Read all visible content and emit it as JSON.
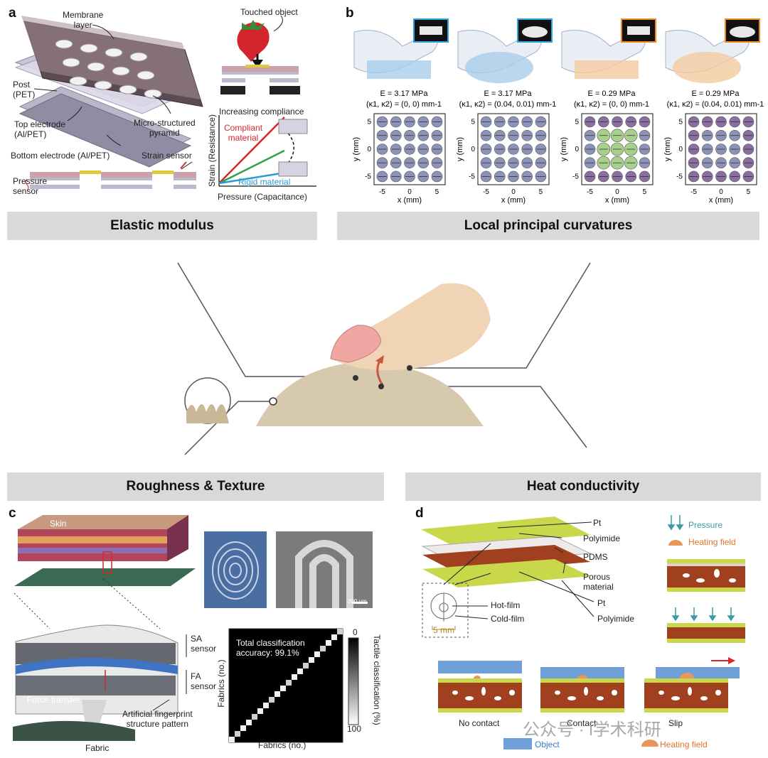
{
  "panel_a": {
    "letter": "a",
    "membrane": [
      "Membrane",
      "layer"
    ],
    "post": [
      "Post",
      "(PET)"
    ],
    "top_electrode": [
      "Top electrode",
      "(Al/PET)"
    ],
    "micro_pyramid": [
      "Micro-structured",
      "pyramid"
    ],
    "bottom_electrode": "Bottom electrode (Al/PET)",
    "strain_sensor": "Strain sensor",
    "pressure_sensor": [
      "Pressure",
      "sensor"
    ],
    "touched_object": "Touched object",
    "increasing_compliance": "Increasing compliance",
    "compliant_material": [
      "Compliant",
      "material"
    ],
    "rigid_material": "Rigid material",
    "y_axis": "Strain (Resistance)",
    "x_axis": "Pressure (Capacitance)"
  },
  "panel_b": {
    "letter": "b",
    "panels": [
      {
        "modulus": "E = 3.17 MPa",
        "curv": "(κ1, κ2) = (0, 0) mm-1",
        "frame": "#2ea3dc"
      },
      {
        "modulus": "E = 3.17 MPa",
        "curv": "(κ1, κ2) = (0.04, 0.01) mm-1",
        "frame": "#2ea3dc"
      },
      {
        "modulus": "E = 0.29 MPa",
        "curv": "(κ1, κ2) = (0, 0) mm-1",
        "frame": "#f08a1c"
      },
      {
        "modulus": "E = 0.29 MPa",
        "curv": "(κ1, κ2) = (0.04, 0.01) mm-1",
        "frame": "#f08a1c"
      }
    ],
    "xlabel": "x (mm)",
    "ylabel": "y (mm)",
    "ticks": [
      "-5",
      "0",
      "5"
    ]
  },
  "banners": {
    "elastic": "Elastic modulus",
    "curvatures": "Local principal curvatures",
    "roughness": "Roughness & Texture",
    "heat": "Heat conductivity"
  },
  "panel_c": {
    "letter": "c",
    "skin": "Skin",
    "sa_sensor": [
      "SA",
      "sensor"
    ],
    "fa_sensor": [
      "FA",
      "sensor"
    ],
    "force_transfer": "Force transfer",
    "fingerprint": [
      "Artificial fingerprint",
      "structure pattern"
    ],
    "fabric": "Fabric",
    "scale_bar": "300 µm",
    "accuracy": [
      "Total classification",
      "accuracy: 99.1%"
    ],
    "matrix_y": "Fabrics (no.)",
    "matrix_x": "Fabrics (no.)",
    "colorbar_label": "Tactile classification (%)",
    "colorbar_top": "0",
    "colorbar_bottom": "100"
  },
  "panel_d": {
    "letter": "d",
    "pt_top": "Pt",
    "polyimide_top": "Polyimide",
    "pdms": "PDMS",
    "porous": [
      "Porous",
      "material"
    ],
    "pt_bottom": "Pt",
    "polyimide_bottom": "Polyimide",
    "hot_film": "Hot-film",
    "cold_film": "Cold-film",
    "scale": "5 mm",
    "legend_pressure": "Pressure",
    "legend_heating": "Heating field",
    "no_contact": "No contact",
    "contact": "Contact",
    "slip": "Slip",
    "legend_object": "Object",
    "legend_heating_bottom": "Heating field"
  },
  "watermark": "公众号 · i学术科研",
  "colors": {
    "banner": "#d9d9d9",
    "compliant": "#d9262b",
    "rigid": "#2a9ad6",
    "mid": "#2e9e4a",
    "porous": "#a0401f",
    "polyimide": "#c8d84a",
    "object": "#6fa0d8",
    "heating": "#e8965a",
    "dot_purple": "#8a6fa0",
    "dot_blue": "#8d93b8",
    "dot_green": "#a8d08d"
  }
}
